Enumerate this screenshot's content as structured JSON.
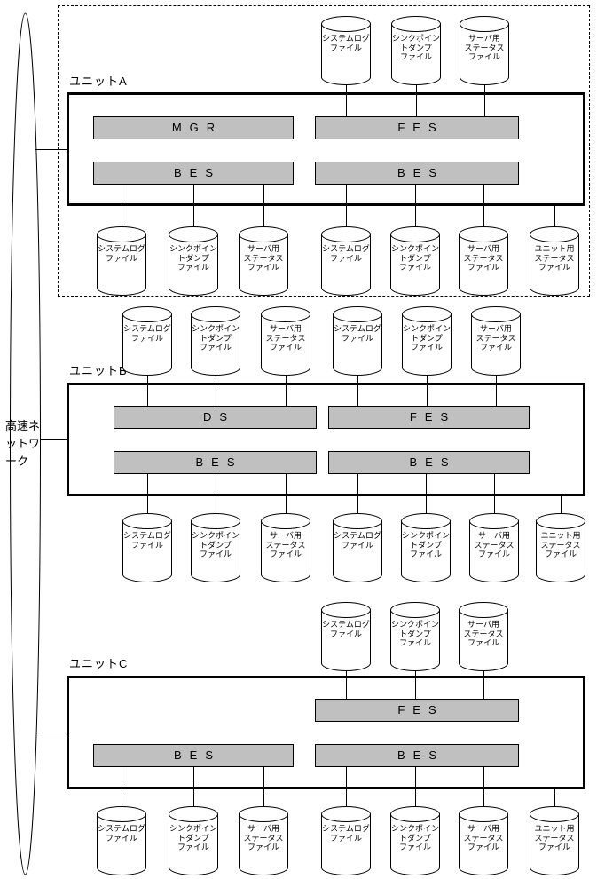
{
  "network": {
    "label": "高速ネ\nットワ\nーク"
  },
  "units": [
    {
      "name": "ユニットA",
      "bars": [
        "MGR",
        "FES",
        "BES",
        "BES"
      ],
      "top_files": [
        "システムログ\nファイル",
        "シンクポイン\nトダンプ\nファイル",
        "サーバ用\nステータス\nファイル"
      ],
      "bottom_files": [
        "システムログ\nファイル",
        "シンクポイン\nトダンプ\nファイル",
        "サーバ用\nステータス\nファイル",
        "システムログ\nファイル",
        "シンクポイン\nトダンプ\nファイル",
        "サーバ用\nステータス\nファイル",
        "ユニット用\nステータス\nファイル"
      ]
    },
    {
      "name": "ユニットB",
      "bars": [
        "DS",
        "FES",
        "BES",
        "BES"
      ],
      "top_files": [
        "システムログ\nファイル",
        "シンクポイン\nトダンプ\nファイル",
        "サーバ用\nステータス\nファイル",
        "システムログ\nファイル",
        "シンクポイン\nトダンプ\nファイル",
        "サーバ用\nステータス\nファイル"
      ],
      "bottom_files": [
        "システムログ\nファイル",
        "シンクポイン\nトダンプ\nファイル",
        "サーバ用\nステータス\nファイル",
        "システムログ\nファイル",
        "シンクポイン\nトダンプ\nファイル",
        "サーバ用\nステータス\nファイル",
        "ユニット用\nステータス\nファイル"
      ]
    },
    {
      "name": "ユニットC",
      "bars": [
        "FES",
        "BES",
        "BES"
      ],
      "top_files": [
        "システムログ\nファイル",
        "シンクポイン\nトダンプ\nファイル",
        "サーバ用\nステータス\nファイル"
      ],
      "bottom_files": [
        "システムログ\nファイル",
        "シンクポイン\nトダンプ\nファイル",
        "サーバ用\nステータス\nファイル",
        "システムログ\nファイル",
        "シンクポイン\nトダンプ\nファイル",
        "サーバ用\nステータス\nファイル",
        "ユニット用\nステータス\nファイル"
      ]
    }
  ]
}
